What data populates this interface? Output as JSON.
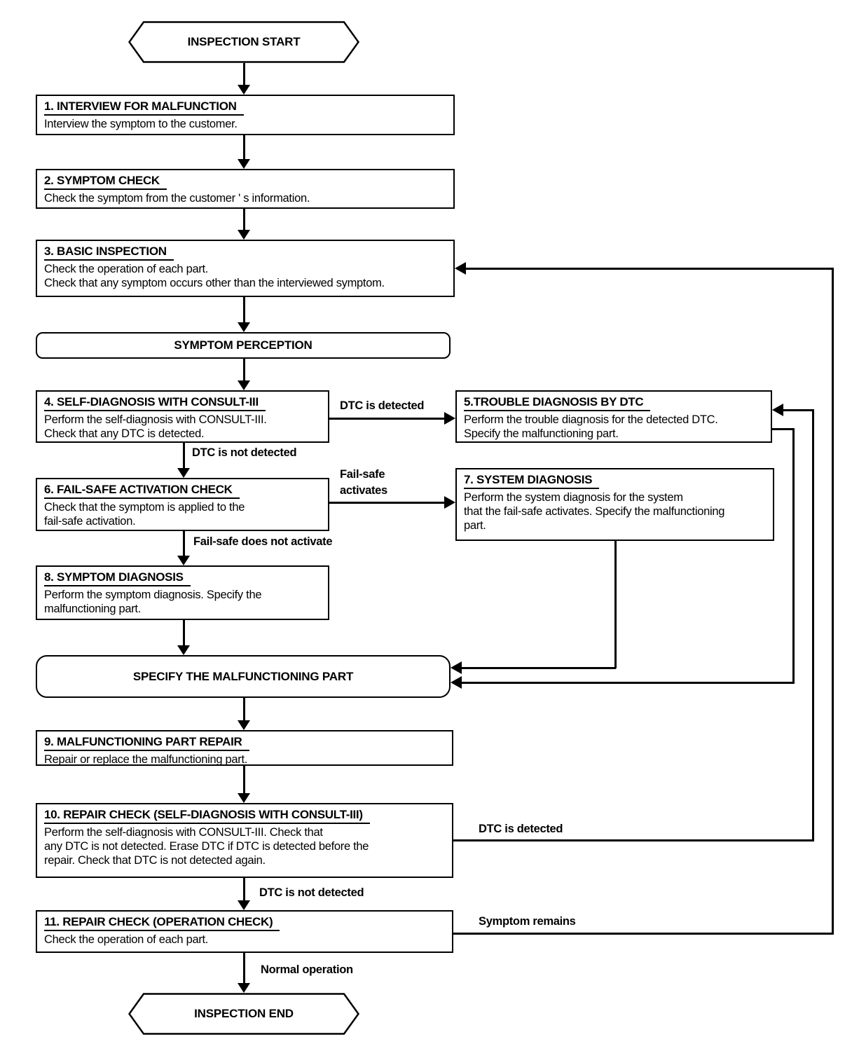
{
  "flowchart": {
    "terminators": {
      "start": "INSPECTION START",
      "end": "INSPECTION END"
    },
    "milestones": {
      "symptom_perception": "SYMPTOM PERCEPTION",
      "specify_part": "SPECIFY THE MALFUNCTIONING PART"
    },
    "steps": {
      "s1": {
        "title": "1. INTERVIEW FOR MALFUNCTION",
        "lines": [
          "Interview the symptom to the customer."
        ]
      },
      "s2": {
        "title": "2. SYMPTOM CHECK",
        "lines": [
          "Check the symptom from the customer ' s information."
        ]
      },
      "s3": {
        "title": "3. BASIC INSPECTION",
        "lines": [
          "Check the operation of each part.",
          "Check that any symptom occurs other than the interviewed symptom."
        ]
      },
      "s4": {
        "title": "4. SELF-DIAGNOSIS WITH CONSULT-III",
        "lines": [
          "Perform the self-diagnosis with CONSULT-III.",
          "Check that any DTC is detected."
        ]
      },
      "s5": {
        "title": "5.TROUBLE DIAGNOSIS BY DTC",
        "lines": [
          "Perform the trouble diagnosis for the detected DTC.",
          "Specify the malfunctioning part."
        ]
      },
      "s6": {
        "title": "6. FAIL-SAFE ACTIVATION CHECK",
        "lines": [
          "Check that the symptom is applied to the",
          "fail-safe activation."
        ]
      },
      "s7": {
        "title": "7. SYSTEM DIAGNOSIS",
        "lines": [
          "Perform the system diagnosis for the system",
          "that the fail-safe activates. Specify the malfunctioning",
          "part."
        ]
      },
      "s8": {
        "title": "8. SYMPTOM DIAGNOSIS",
        "lines": [
          "Perform the symptom diagnosis. Specify the",
          "malfunctioning part."
        ]
      },
      "s9": {
        "title": "9. MALFUNCTIONING PART REPAIR",
        "lines": [
          "Repair or replace the malfunctioning part."
        ]
      },
      "s10": {
        "title": "10. REPAIR CHECK (SELF-DIAGNOSIS WITH CONSULT-III)",
        "lines": [
          "Perform the self-diagnosis with CONSULT-III. Check that",
          "any DTC is not detected. Erase DTC if DTC is detected before the",
          "repair. Check that DTC is not detected again."
        ]
      },
      "s11": {
        "title": "11. REPAIR CHECK (OPERATION CHECK)",
        "lines": [
          "Check the operation of each part."
        ]
      }
    },
    "edge_labels": {
      "dtc_detected_step4": "DTC is detected",
      "dtc_not_detected_step4": "DTC is not detected",
      "fail_safe_activates_line1": "Fail-safe",
      "fail_safe_activates_line2": "activates",
      "fail_safe_does_not_activate": "Fail-safe does not activate",
      "dtc_detected_step10": "DTC is detected",
      "dtc_not_detected_step10": "DTC is not detected",
      "symptom_remains": "Symptom remains",
      "normal_operation": "Normal operation"
    },
    "colors": {
      "line": "#000000",
      "background": "#ffffff"
    }
  }
}
